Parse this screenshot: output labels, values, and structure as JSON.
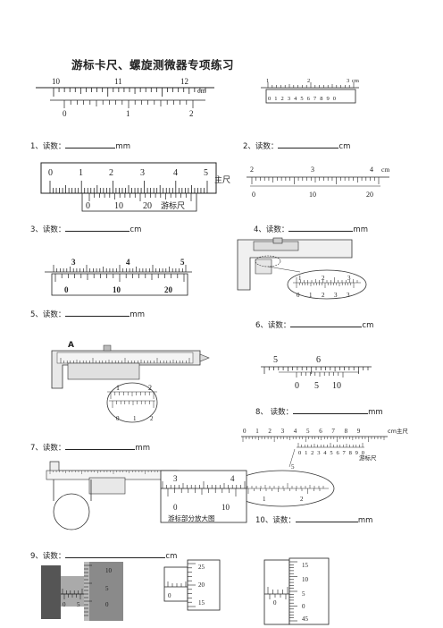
{
  "title": "游标卡尺、螺旋测微器专项练习",
  "questions": {
    "q1": {
      "label": "1、读数：",
      "unit": "mm"
    },
    "q2": {
      "label": "2、读数：",
      "unit": "cm"
    },
    "q3": {
      "label": "3、读数：",
      "unit": "cm"
    },
    "q4": {
      "label": "4、读数：",
      "unit": "mm"
    },
    "q5": {
      "label": "5、读数：",
      "unit": "mm"
    },
    "q6": {
      "label": "6、读数：",
      "unit": "cm"
    },
    "q7": {
      "label": "7、读数：",
      "unit": "mm"
    },
    "q8": {
      "label": "8、 读数：",
      "unit": "mm"
    },
    "q9": {
      "label": "9、读数：",
      "unit": "cm"
    },
    "q10": {
      "label": "10、读数：",
      "unit": "mm"
    }
  },
  "fig1": {
    "main": [
      "10",
      "11",
      "12"
    ],
    "unit": "cm",
    "vernier": [
      "0",
      "1",
      "2"
    ]
  },
  "fig2": {
    "main": [
      "1",
      "2",
      "3"
    ],
    "unit": "cm",
    "vernier": "0 1 2 3 4 5 6 7 8 9 0"
  },
  "fig3": {
    "main": [
      "0",
      "1",
      "2",
      "3",
      "4",
      "5"
    ],
    "main_label": "主尺",
    "vernier": [
      "0",
      "10",
      "20"
    ],
    "vernier_label": "游标尺"
  },
  "fig4": {
    "main": [
      "2",
      "3",
      "4"
    ],
    "unit": "cm",
    "vernier": [
      "0",
      "10",
      "20"
    ]
  },
  "fig5": {
    "main": [
      "3",
      "4",
      "5"
    ],
    "vernier": [
      "0",
      "10",
      "20"
    ]
  },
  "fig6": {
    "zoom_main": [
      "1",
      "2",
      "3"
    ],
    "zoom_vernier": [
      "0",
      "1",
      "2",
      "3",
      "3"
    ]
  },
  "fig7": {
    "letter": "A",
    "zoom_main": [
      "1",
      "2"
    ],
    "zoom_vernier": [
      "0",
      "1",
      "2"
    ]
  },
  "fig8": {
    "main": [
      "5",
      "6"
    ],
    "vernier": [
      "0",
      "5",
      "10"
    ]
  },
  "fig9": {
    "main": [
      "0",
      "1",
      "2",
      "3",
      "4",
      "5",
      "6",
      "7",
      "8",
      "9"
    ],
    "unit_label": "cm主尺",
    "vernier": "0 1 2 3 4 5 6 7 8 9 0",
    "vernier_label": "游标尺",
    "zoom_top": "5",
    "zoom_bottom": [
      "1",
      "2"
    ]
  },
  "fig10": {
    "zoom_main": [
      "3",
      "4"
    ],
    "zoom_vernier": [
      "0",
      "10"
    ],
    "caption": "游标部分放大图"
  },
  "mic1": {
    "thimble": [
      "10",
      "5",
      "0"
    ],
    "sleeve": [
      "0",
      "5"
    ]
  },
  "mic2": {
    "thimble": [
      "25",
      "20",
      "15"
    ],
    "sleeve": [
      "0"
    ]
  },
  "mic3": {
    "thimble": [
      "15",
      "10",
      "5",
      "0",
      "45"
    ],
    "sleeve": [
      "0"
    ]
  }
}
